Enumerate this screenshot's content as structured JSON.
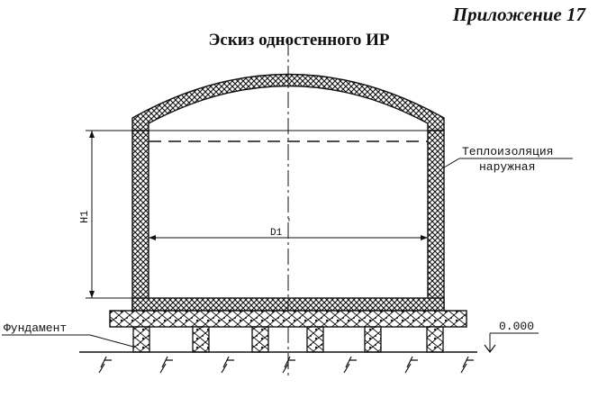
{
  "header": {
    "appendix": "Приложение 17",
    "title": "Эскиз одностенного ИР"
  },
  "drawing": {
    "height_dim": "H1",
    "diameter_dim": "D1",
    "insulation_line1": "Теплоизоляция",
    "insulation_line2": "наружная",
    "foundation": "Фундамент",
    "level_mark": "0.000"
  }
}
